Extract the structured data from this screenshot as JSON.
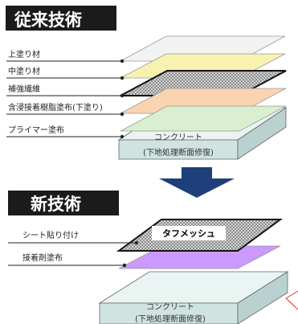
{
  "old_section": {
    "title": "従来技術",
    "layers": [
      {
        "label": "上塗り材"
      },
      {
        "label": "中塗り材"
      },
      {
        "label": "補強繊維"
      },
      {
        "label": "含浸接着樹脂塗布(下塗り)"
      },
      {
        "label": "プライマー塗布"
      }
    ],
    "block_line1": "コンクリート",
    "block_line2": "(下地処理断面修復)"
  },
  "new_section": {
    "title": "新技術",
    "layers": [
      {
        "label": "シート貼り付け"
      },
      {
        "label": "接着剤塗布"
      }
    ],
    "mesh_label": "タフメッシュ",
    "block_line1": "コンクリート",
    "block_line2": "(下地処理断面修復)"
  },
  "colors": {
    "header_bg": "#1b1b1b",
    "arrow": "#1f3f7a",
    "topcoat": "#f2f2f2",
    "midcoat": "#f7f2b0",
    "fiber": "#d9d9d9",
    "resin": "#f9d4b0",
    "primer": "#d9efcf",
    "concrete_top": "#eaf5f3",
    "concrete_side": "#cfe3e1",
    "adhesive": "#cc99ff",
    "mesh": "#c8c8c8",
    "pointer": "#e03030"
  }
}
